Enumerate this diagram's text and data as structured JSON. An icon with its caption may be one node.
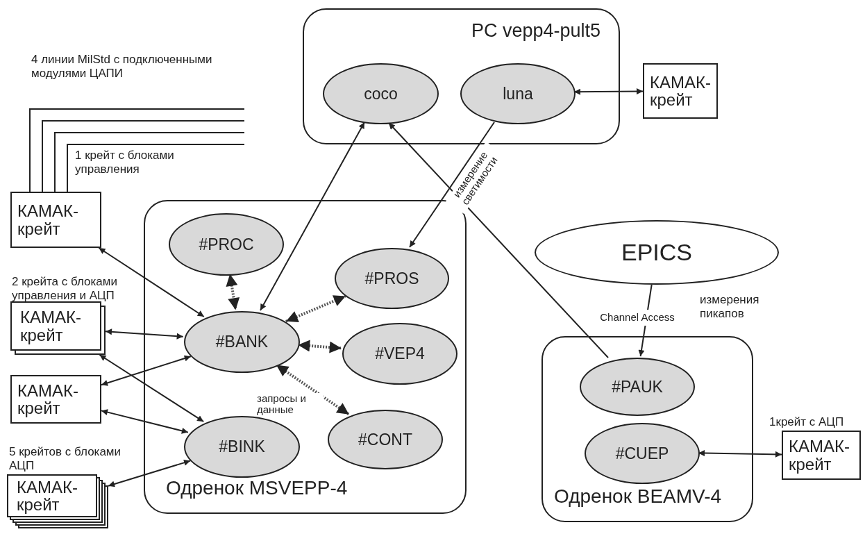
{
  "diagram": {
    "nodes": [
      {
        "text": [
          "PC vepp4-pult5"
        ]
      },
      {
        "text": [
          "coco"
        ],
        "in": 0
      },
      {
        "text": [
          "luna"
        ],
        "in": 0
      },
      {
        "text": [
          "КАМАК- крейт"
        ]
      },
      {
        "text": [
          "КАМАК- крейт"
        ],
        "beside": [
          "1 крейт с блоками управления"
        ]
      },
      {
        "text": [
          "Одренок MSVEPP-4"
        ]
      },
      {
        "text": [
          "#PROC"
        ],
        "in": 5
      },
      {
        "text": [
          "#PROS"
        ],
        "in": 5
      },
      {
        "text": [
          "#BANK"
        ],
        "in": 5
      },
      {
        "text": [
          "#VEP4"
        ],
        "in": 5
      },
      {
        "text": [
          "#CONT"
        ],
        "in": 5
      },
      {
        "text": [
          "#BINK"
        ],
        "in": 5
      },
      {
        "text": [
          "КАМАК- крейт"
        ],
        "beside": [
          "2 крейта с блоками управления и АЦП"
        ]
      },
      {
        "text": [
          "КАМАК- крейт"
        ]
      },
      {
        "text": [
          "КАМАК- крейт"
        ],
        "beside": [
          "5 крейтов с блоками АЦП"
        ]
      },
      {
        "text": [
          "EPICS"
        ]
      },
      {
        "text": [
          "Одренок BEAMV-4"
        ]
      },
      {
        "text": [
          "#PAUK"
        ],
        "in": 16
      },
      {
        "text": [
          "#CUEP"
        ],
        "in": 16
      },
      {
        "text": [
          "КАМАК- крейт"
        ],
        "beside": [
          "1крейт с АЦП"
        ]
      }
    ],
    "edges": [
      {
        "from": 2,
        "to": 3,
        "arrow": "both"
      },
      {
        "from": 1,
        "to": 8,
        "arrow": "both"
      },
      {
        "from": 17,
        "to": 1,
        "arrow": "to"
      },
      {
        "from": 2,
        "to": 7,
        "arrow": "to",
        "label": "измерение светимости"
      },
      {
        "from": 4,
        "to": 8,
        "arrow": "both"
      },
      {
        "from": 6,
        "to": 8,
        "arrow": "both",
        "style": "dashed"
      },
      {
        "from": 8,
        "to": 7,
        "arrow": "both",
        "style": "dashed"
      },
      {
        "from": 8,
        "to": 9,
        "arrow": "both",
        "style": "dashed"
      },
      {
        "from": 8,
        "to": 10,
        "arrow": "both",
        "style": "dashed",
        "label": "запросы и данные"
      },
      {
        "from": 12,
        "to": 8,
        "arrow": "both"
      },
      {
        "from": 12,
        "to": 11,
        "arrow": "both"
      },
      {
        "from": 13,
        "to": 8,
        "arrow": "both"
      },
      {
        "from": 13,
        "to": 11,
        "arrow": "both"
      },
      {
        "from": 14,
        "to": 11,
        "arrow": "both"
      },
      {
        "from": 15,
        "to": 17,
        "arrow": "to",
        "label": "Channel Access"
      },
      {
        "from": 18,
        "to": 19,
        "arrow": "both"
      },
      {
        "from": 4,
        "to": null,
        "arrow": "none"
      },
      {
        "from": 4,
        "to": null,
        "arrow": "none"
      },
      {
        "from": 4,
        "to": null,
        "arrow": "none"
      },
      {
        "from": 4,
        "to": null,
        "arrow": "none"
      }
    ],
    "labels": [
      "4 линии MilStd с подключенными модулями ЦАПИ",
      "измерения пикапов"
    ]
  }
}
